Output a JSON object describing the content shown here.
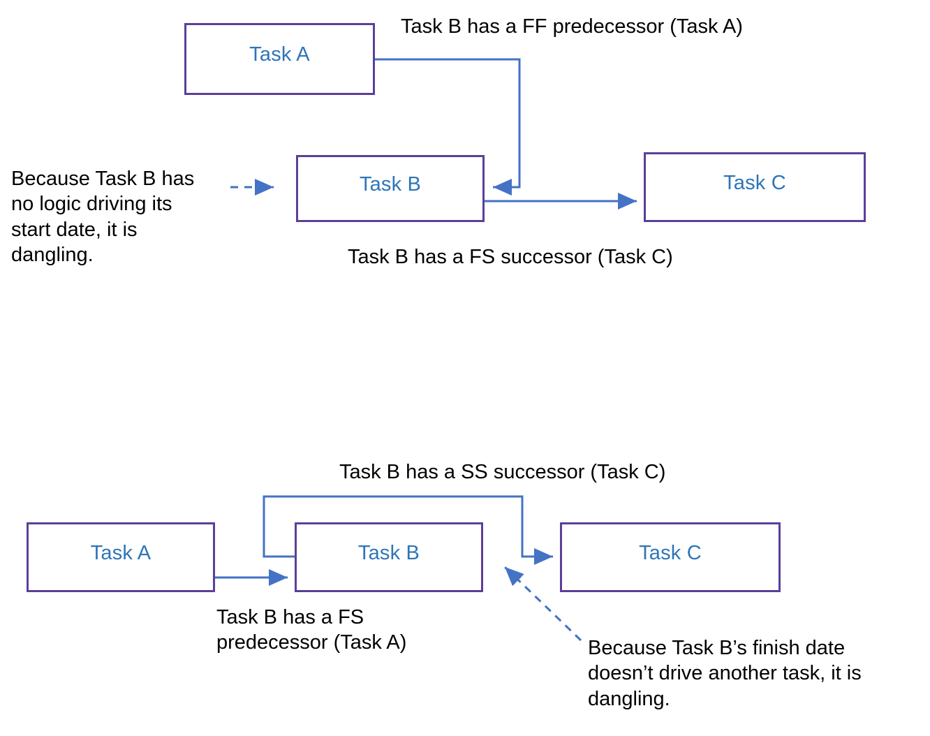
{
  "diagram": {
    "title_absent": true,
    "colors": {
      "box_border": "#5B3F99",
      "box_fill": "#FFFFFF",
      "task_text": "#2E75B6",
      "connector": "#4472C4",
      "note_text": "#000000"
    },
    "top_diagram": {
      "boxes": [
        {
          "id": "top-task-a",
          "label": "Task A"
        },
        {
          "id": "top-task-b",
          "label": "Task B"
        },
        {
          "id": "top-task-c",
          "label": "Task C"
        }
      ],
      "notes": {
        "ff_predecessor": "Task B has a FF predecessor (Task A)",
        "fs_successor": "Task B has a FS successor (Task C)",
        "dangling": "Because Task B has\nno logic driving its\nstart date, it is\ndangling."
      },
      "links": [
        {
          "name": "ff-link",
          "from": "Task A",
          "to": "Task B",
          "type": "FF",
          "style": "solid"
        },
        {
          "name": "fs-link",
          "from": "Task B",
          "to": "Task C",
          "type": "FS",
          "style": "solid"
        },
        {
          "name": "dangling-pointer",
          "to": "Task B",
          "style": "dashed"
        }
      ]
    },
    "bottom_diagram": {
      "boxes": [
        {
          "id": "bottom-task-a",
          "label": "Task A"
        },
        {
          "id": "bottom-task-b",
          "label": "Task B"
        },
        {
          "id": "bottom-task-c",
          "label": "Task C"
        }
      ],
      "notes": {
        "ss_successor": "Task B has a SS successor (Task C)",
        "fs_predecessor": "Task B has a FS\npredecessor (Task A)",
        "dangling": "Because Task B’s finish date\ndoesn’t drive another task, it is\ndangling."
      },
      "links": [
        {
          "name": "fs-link",
          "from": "Task A",
          "to": "Task B",
          "type": "FS",
          "style": "solid"
        },
        {
          "name": "ss-link",
          "from": "Task B",
          "to": "Task C",
          "type": "SS",
          "style": "solid"
        },
        {
          "name": "dangling-pointer",
          "to": "Task B",
          "style": "dashed"
        }
      ]
    }
  }
}
